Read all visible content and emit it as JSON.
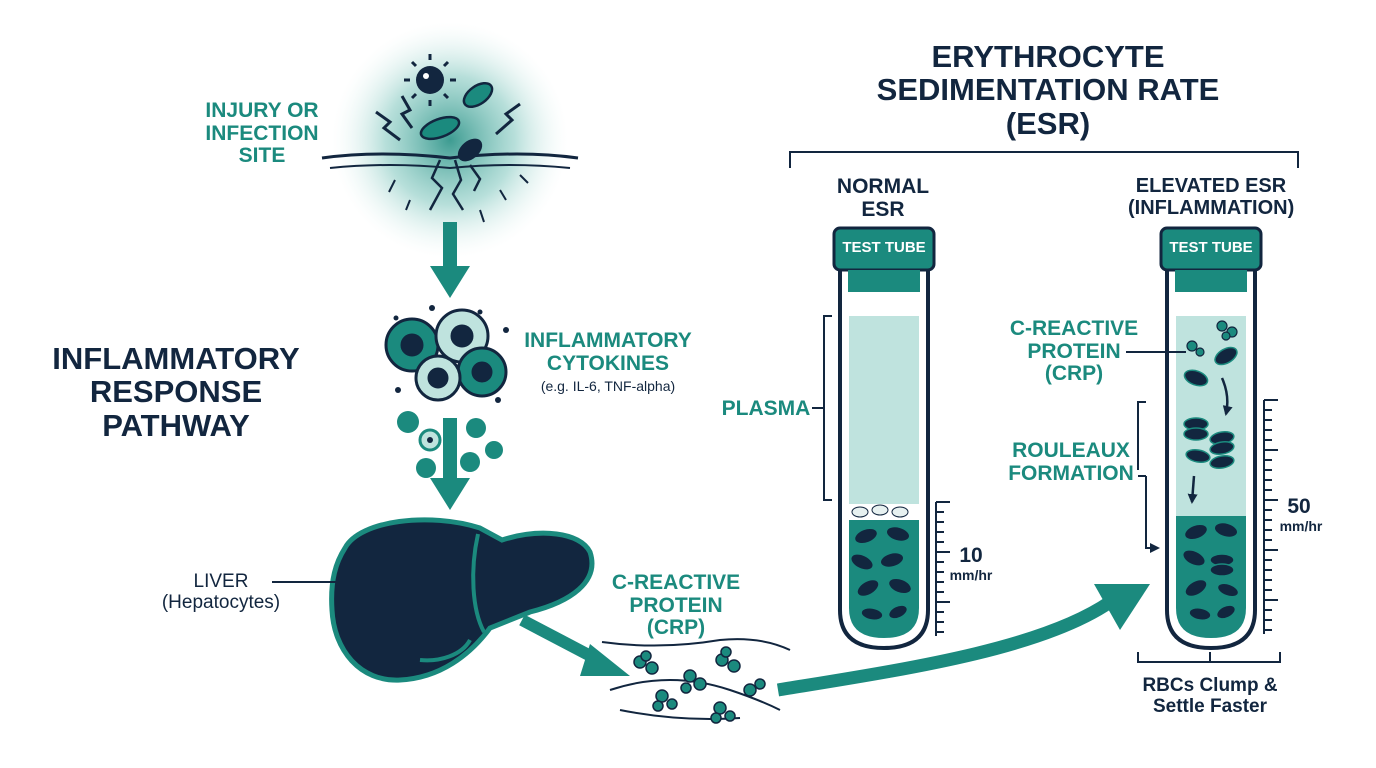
{
  "colors": {
    "navy": "#12263f",
    "teal": "#1b8a7e",
    "teal_light": "#bfe3de",
    "teal_dark": "#0f6f66"
  },
  "icons": [
    "pathogen-icon",
    "lightning-icon",
    "cytokine-cell-icon",
    "liver-icon",
    "crp-molecule-icon",
    "test-tube-icon",
    "red-blood-cell-icon",
    "arrow-icon"
  ],
  "pathway": {
    "title": "INFLAMMATORY\nRESPONSE\nPATHWAY",
    "injury_label": "INJURY OR\nINFECTION\nSITE",
    "cytokines_label": "INFLAMMATORY\nCYTOKINES",
    "cytokines_examples": "(e.g. IL-6, TNF-alpha)",
    "liver_label": "LIVER\n(Hepatocytes)",
    "crp_label": "C-REACTIVE\nPROTEIN\n(CRP)"
  },
  "esr": {
    "title": "ERYTHROCYTE\nSEDIMENTATION RATE\n(ESR)",
    "normal": {
      "heading": "NORMAL\nESR",
      "tube_label": "TEST TUBE",
      "plasma_label": "PLASMA",
      "rate_value": "10",
      "rate_unit": "mm/hr"
    },
    "elevated": {
      "heading": "ELEVATED ESR\n(INFLAMMATION)",
      "tube_label": "TEST TUBE",
      "crp_label": "C-REACTIVE\nPROTEIN\n(CRP)",
      "rouleaux_label": "ROULEAUX\nFORMATION",
      "rate_value": "50",
      "rate_unit": "mm/hr",
      "footer": "RBCs Clump &\nSettle Faster"
    }
  }
}
